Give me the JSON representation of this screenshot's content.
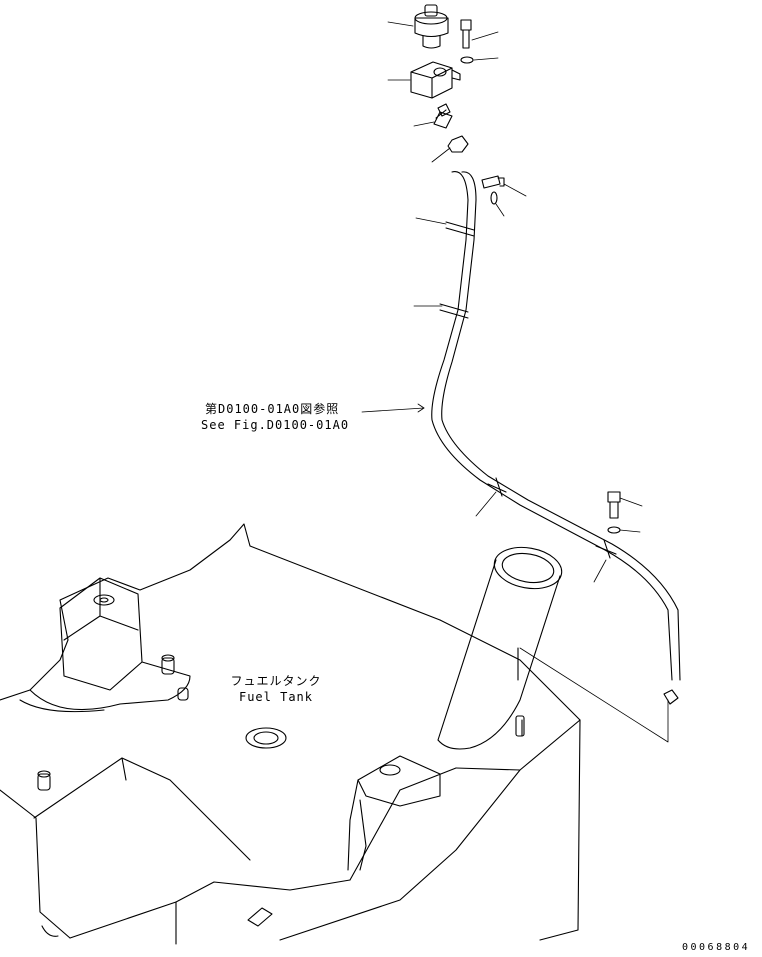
{
  "callout": {
    "ref_jp": "第D0100-01A0図参照",
    "ref_en": "See Fig.D0100-01A0"
  },
  "tank_label": {
    "jp": "フュエルタンク",
    "en": "Fuel Tank"
  },
  "doc_number": "00068804"
}
